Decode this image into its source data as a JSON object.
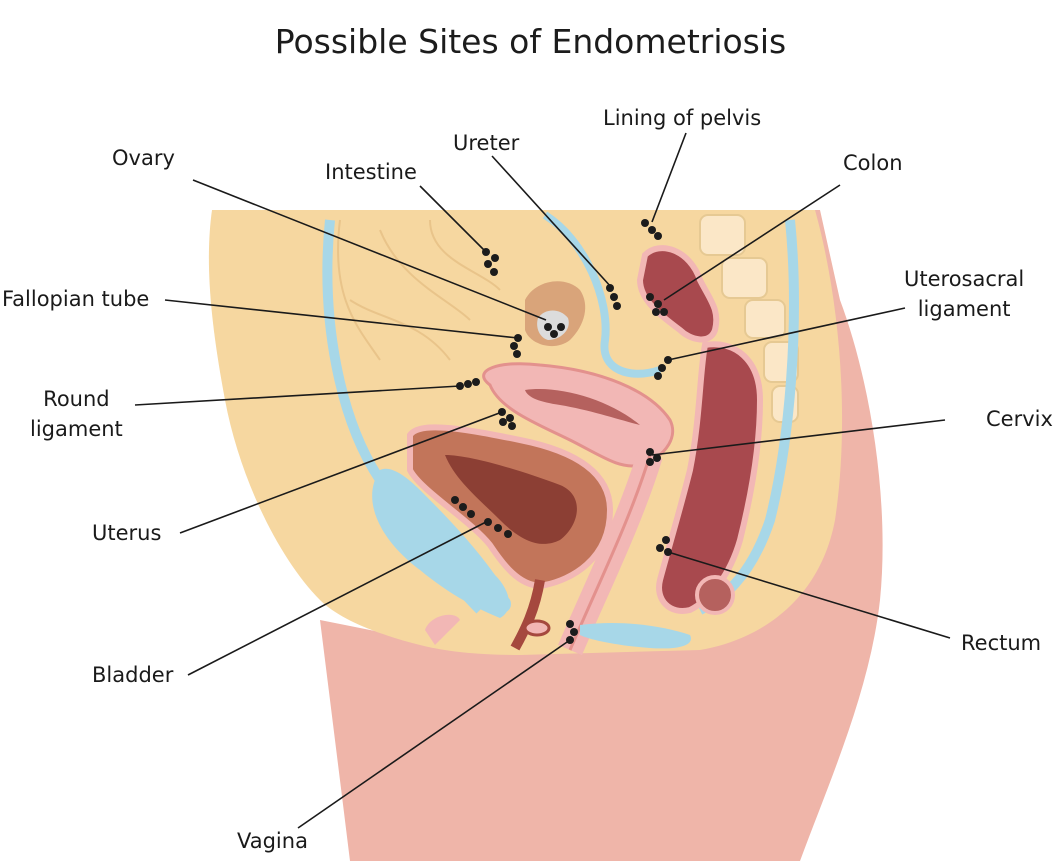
{
  "title": "Possible Sites of Endometriosis",
  "labels": {
    "ovary": "Ovary",
    "intestine": "Intestine",
    "ureter": "Ureter",
    "lining_of_pelvis": "Lining of pelvis",
    "colon": "Colon",
    "fallopian_tube": "Fallopian tube",
    "uterosacral_ligament": [
      "Uterosacral",
      "ligament"
    ],
    "round_ligament": [
      "Round",
      "ligament"
    ],
    "cervix": "Cervix",
    "uterus": "Uterus",
    "rectum": "Rectum",
    "bladder": "Bladder",
    "vagina": "Vagina"
  },
  "colors": {
    "skin": "#f6d7a0",
    "flesh": "#efb5a9",
    "uterus": "#f2b7b5",
    "uterus_dark": "#b5615e",
    "colon": "#a8494e",
    "ureter": "#a7d7e8",
    "bone": "#fbe7c7",
    "dots": "#1c1c1c"
  }
}
